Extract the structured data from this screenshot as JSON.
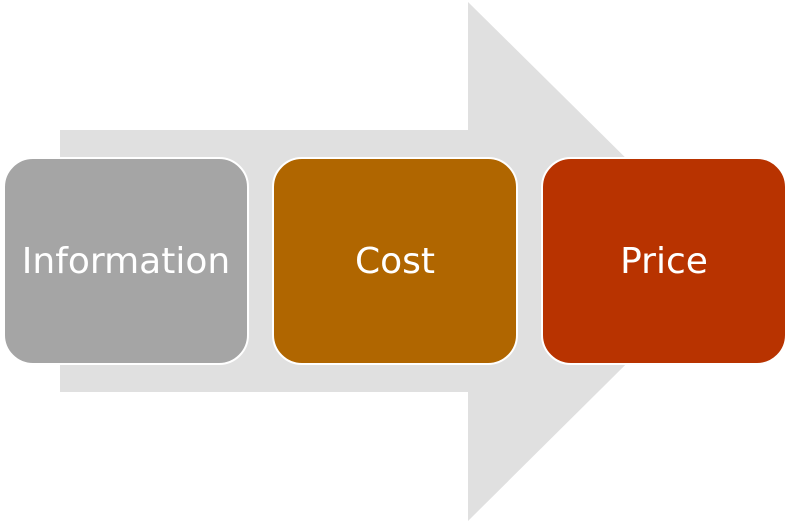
{
  "steps": [
    {
      "label": "Information",
      "color": "#a5a5a5"
    },
    {
      "label": "Cost",
      "color": "#b06600"
    },
    {
      "label": "Price",
      "color": "#b83300"
    }
  ],
  "arrow_color": "#e0e0e0"
}
